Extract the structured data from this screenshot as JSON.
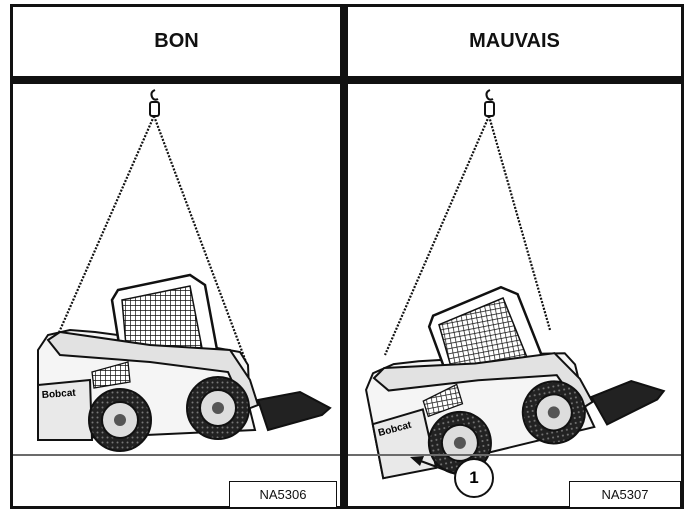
{
  "panels": [
    {
      "heading": "BON",
      "code": "NA5306"
    },
    {
      "heading": "MAUVAIS",
      "code": "NA5307"
    }
  ],
  "callout": {
    "label": "1"
  },
  "logo": {
    "text": "Bobcat"
  },
  "colors": {
    "line": "#111111",
    "ground": "#6b6b6b"
  }
}
